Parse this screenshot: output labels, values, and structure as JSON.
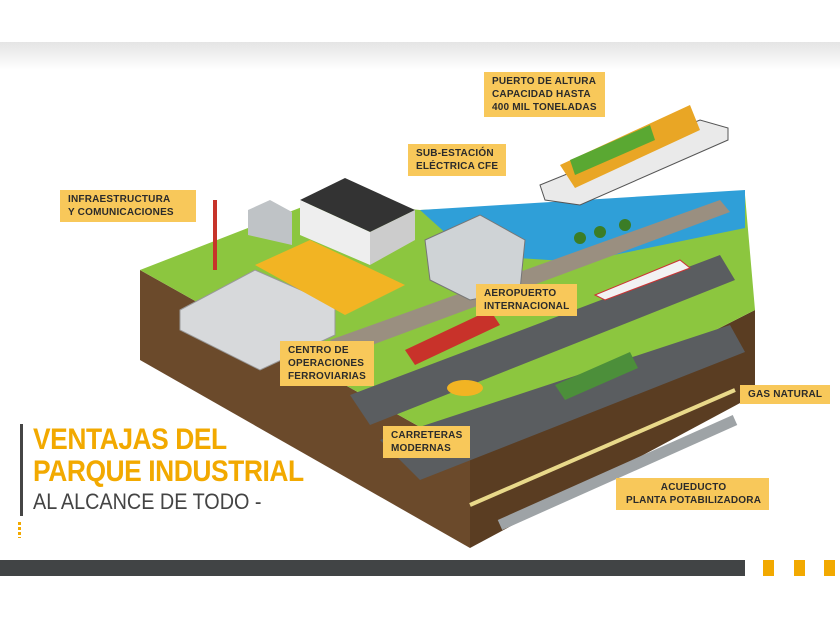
{
  "title": {
    "line1": "VENTAJAS DEL",
    "line2": "PARQUE INDUSTRIAL",
    "line3": "AL ALCANCE DE TODO -"
  },
  "labels": {
    "puerto": [
      "PUERTO DE ALTURA",
      "CAPACIDAD HASTA",
      "400 MIL TONELADAS"
    ],
    "subestacion": [
      "SUB-ESTACIÓN",
      "ELÉCTRICA CFE"
    ],
    "infraestructura": [
      "INFRAESTRUCTURA",
      "Y COMUNICACIONES"
    ],
    "aeropuerto": [
      "AEROPUERTO",
      "INTERNACIONAL"
    ],
    "ferroviarias": [
      "CENTRO DE",
      "OPERACIONES",
      "FERROVIARIAS"
    ],
    "carreteras": [
      "CARRETERAS",
      "MODERNAS"
    ],
    "gas": [
      "GAS NATURAL"
    ],
    "acueducto": [
      "ACUEDUCTO",
      "PLANTA POTABILIZADORA"
    ]
  },
  "colors": {
    "accent": "#f2a900",
    "tag": "#f8c85a",
    "dark": "#414445",
    "grass": "#8cc63f",
    "soil": "#6b4a2b",
    "water": "#2f9fd8",
    "road": "#5a5d60"
  }
}
